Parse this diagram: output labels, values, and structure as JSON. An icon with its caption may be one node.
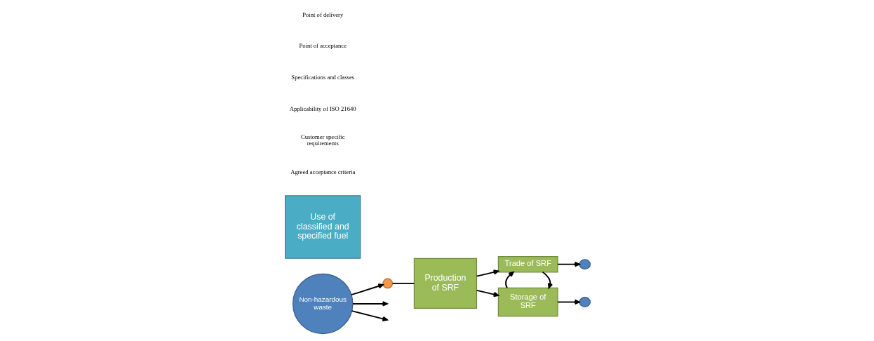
{
  "diagram": {
    "nodes": [
      {
        "text": [
          "Non-hazardous waste"
        ]
      },
      {
        "text": [],
        "shape": "circle"
      },
      {
        "text": [
          "Production of SRF"
        ]
      },
      {
        "text": [
          "Trade of SRF"
        ]
      },
      {
        "text": [
          "Storage of SRF"
        ]
      },
      {
        "text": [],
        "shape": "circle"
      },
      {
        "text": [],
        "shape": "circle"
      },
      {
        "text": [
          "Use of classified and specified fuel"
        ]
      }
    ],
    "edges": [
      {
        "from": 0,
        "to": null,
        "arrow": "to"
      },
      {
        "from": 0,
        "to": 1,
        "arrow": "to"
      },
      {
        "from": 0,
        "to": null,
        "arrow": "to"
      },
      {
        "from": 1,
        "to": 2,
        "arrow": "none"
      },
      {
        "from": 2,
        "to": 3,
        "arrow": "to"
      },
      {
        "from": 2,
        "to": 4,
        "arrow": "to"
      },
      {
        "from": 3,
        "to": 4,
        "arrow": "to"
      },
      {
        "from": 4,
        "to": 3,
        "arrow": "to"
      },
      {
        "from": 3,
        "to": 5,
        "arrow": "to"
      },
      {
        "from": 4,
        "to": 6,
        "arrow": "to"
      }
    ],
    "labels": [
      "Agreed acceptance criteria",
      "Customer specific requirements",
      "Applicability of ISO 21640",
      "Specifications and classes",
      "Point of acceptance",
      "Point of delivery"
    ]
  }
}
